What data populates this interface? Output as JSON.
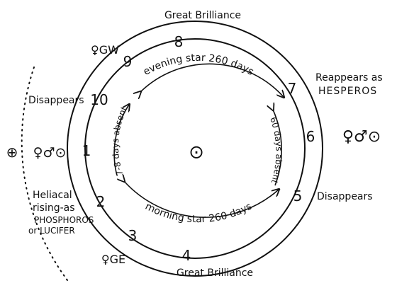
{
  "labels": {
    "great_brilliance_top": "Great Brilliance",
    "great_brilliance_bottom": "Great Brilliance",
    "reappears_line1": "Reappears as",
    "reappears_line2": "HESPEROS",
    "disappears_right": "Disappears",
    "disappears_left": "Disappears",
    "heliacal_line1": "Heliacal",
    "heliacal_line2": "rising-as",
    "heliacal_line3": "PHOSPHOROS",
    "heliacal_line4": "or LUCIFER",
    "evening_star": "evening star 260 days",
    "morning_star": "morning star 260 days",
    "absent_right": "60 days absent",
    "absent_left": "7-8 days absent",
    "sun_symbol": "⊙",
    "earth_symbol": "⊕",
    "conj_left": "♀♂⊙",
    "conj_right": "♀♂⊙",
    "greatest_east": "♀GE",
    "greatest_west": "♀GW"
  },
  "positions": [
    "1",
    "2",
    "3",
    "4",
    "5",
    "6",
    "7",
    "8",
    "9",
    "10"
  ]
}
